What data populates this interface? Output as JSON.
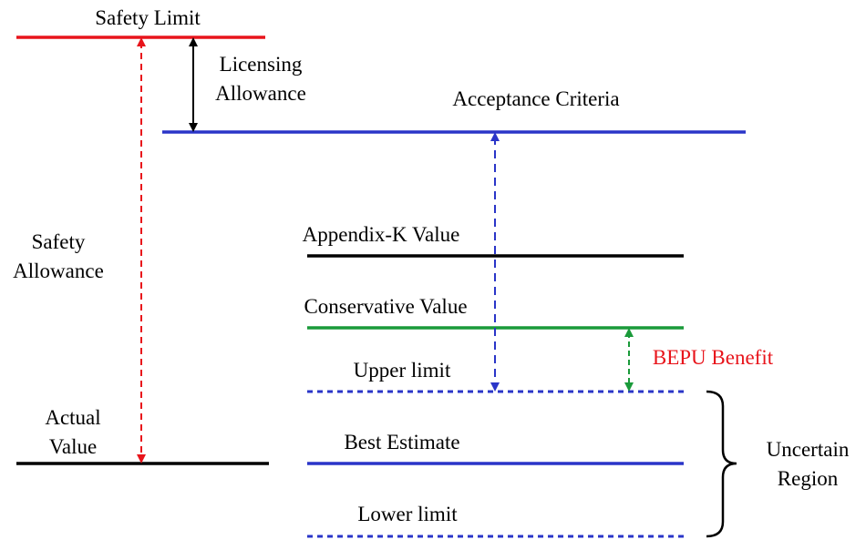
{
  "labels": {
    "safety_limit": "Safety Limit",
    "licensing_allowance_1": "Licensing",
    "licensing_allowance_2": "Allowance",
    "acceptance_criteria": "Acceptance Criteria",
    "safety_allowance_1": "Safety",
    "safety_allowance_2": "Allowance",
    "appendix_k_value": "Appendix-K Value",
    "conservative_value": "Conservative Value",
    "upper_limit": "Upper limit",
    "bepu_benefit": "BEPU Benefit",
    "actual_value_1": "Actual",
    "actual_value_2": "Value",
    "best_estimate": "Best Estimate",
    "uncertain_region_1": "Uncertain",
    "uncertain_region_2": "Region",
    "lower_limit": "Lower limit"
  },
  "colors": {
    "safety_limit": "#e8141b",
    "acceptance_criteria": "#2a35c8",
    "appendix_k": "#000000",
    "conservative": "#1a9a3a",
    "uncertain_lines": "#2a35c8",
    "actual_value": "#000000",
    "safety_allowance_arrow": "#e8141b",
    "licensing_arrow": "#000000",
    "acceptance_arrow": "#2a35c8",
    "bepu_arrow": "#1a9a3a",
    "bepu_text": "#e8141b",
    "text": "#000000"
  }
}
